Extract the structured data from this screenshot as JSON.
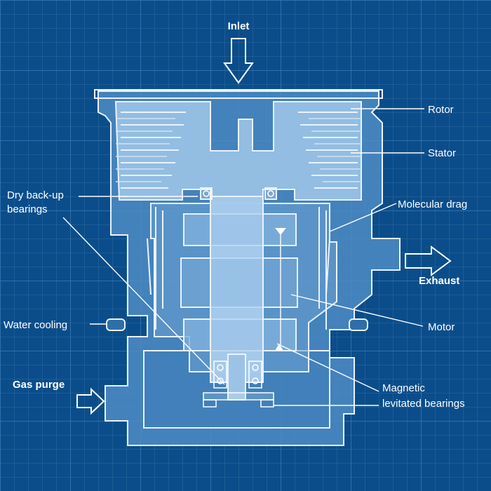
{
  "diagram": {
    "colors": {
      "background": "#0b4d8a",
      "grid": "#2f73ad",
      "housing_fill": "#4f8cc4",
      "rotor_fill": "#9cc3e6",
      "outline": "#e9f3ff"
    },
    "labels": {
      "inlet": "Inlet",
      "rotor": "Rotor",
      "stator": "Stator",
      "dry_backup_line1": "Dry back-up",
      "dry_backup_line2": "bearings",
      "molecular_drag": "Molecular drag",
      "exhaust": "Exhaust",
      "water_cooling": "Water cooling",
      "motor": "Motor",
      "gas_purge": "Gas purge",
      "magnetic_line1": "Magnetic",
      "magnetic_line2": "levitated bearings"
    }
  }
}
